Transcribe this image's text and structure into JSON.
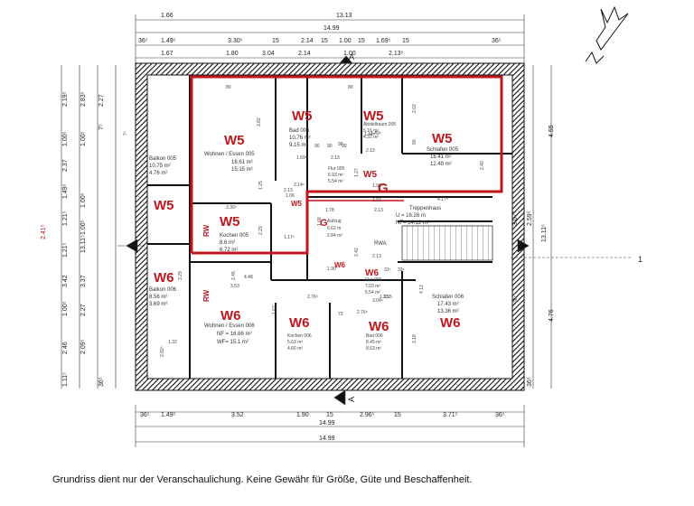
{
  "caption": "Grundriss dient nur der Veranschaulichung. Keine Gewähr für Größe, Güte und Beschaffenheit.",
  "top_dims": {
    "row1": [
      "1.66",
      "13.13"
    ],
    "row2": [
      "14.99"
    ],
    "row3": [
      "36⁵",
      "1.49⁵",
      "3.30⁵",
      "15",
      "2.14",
      "15",
      "1.00",
      "15",
      "1.69⁵",
      "15",
      "36⁵"
    ],
    "row4": [
      "1.67",
      "1.80",
      "3.04",
      "2.14",
      "1.00",
      "2.13⁵"
    ]
  },
  "bottom_dims": {
    "row1": [
      "36⁵",
      "1.49⁵",
      "3.52",
      "1.90",
      "15",
      "2.96⁵",
      "15",
      "3.71⁵",
      "36⁵"
    ],
    "row2": [
      "14.99"
    ],
    "row3": [
      "14.99"
    ]
  },
  "left_dims": [
    "2.19⁵",
    "2.83⁵",
    "2.27",
    "1.00⁵",
    "1.00⁵",
    "2.37",
    "1.49⁵",
    "1.00⁵",
    "1.21⁵",
    "1.00⁵",
    "1.21⁵",
    "3.42",
    "3.37",
    "1.00⁵",
    "2.27",
    "2.46",
    "2.09⁵",
    "1.11⁵",
    "36⁵",
    "7⁵",
    "13.11⁵",
    "2.41⁵"
  ],
  "right_dims": [
    "4.55",
    "3.07⁵",
    "2.59⁵",
    "13.11⁵",
    "4.76",
    "36⁵"
  ],
  "units": {
    "w5_wohnen": "W5",
    "w5_bad": "W5",
    "w5_abstell": "W5",
    "w5_schlafen": "W5",
    "w5_balkon": "W5",
    "w5_kochen": "W5",
    "w5_wc": "W5",
    "w5_flur": "W5",
    "g_treppe": "G",
    "g_aufzug": "G",
    "w6_balkon": "W6",
    "w6_wohnen": "W6",
    "w6_kochen": "W6",
    "w6_bad": "W6",
    "w6_schlafen": "W6",
    "w6_flur": "W6",
    "w6_wc": "W6",
    "rw1": "RW",
    "rw2": "RW"
  },
  "rooms": {
    "wohnen005": [
      "Wohnen / Essen 005",
      "16.61 m²",
      "15.15 m²"
    ],
    "bad005": [
      "Bad 005",
      "10.76 m²",
      "9.15 m²"
    ],
    "abstell005": [
      "Abstellraum 005",
      "5.16 m²",
      "4.32 m²"
    ],
    "schlafen005": [
      "Schlafen 005",
      "16.41 m²",
      "12.49 m²"
    ],
    "balkon005": [
      "Balkon 005",
      "10.75 m²",
      "4.76 m²"
    ],
    "kochen005": [
      "Kochen 005",
      "8.6 m²",
      "6.72 m²"
    ],
    "flur005": [
      "Flur 005",
      "6.93 m²",
      "5.54 m²"
    ],
    "treppenhaus": [
      "Treppenhaus",
      "U = 16.26 m",
      "NF= 14.12 m²"
    ],
    "aufzug": [
      "Aufzug",
      "6.62 m",
      "2.84 m²"
    ],
    "rwa": "RWA",
    "balkon006": [
      "Balkon 006",
      "8.56 m²",
      "3.69 m²"
    ],
    "wohnen006": [
      "Wohnen / Essen 006",
      "NF = 16.66 m²",
      "WF= 15.1 m²"
    ],
    "kochen006": [
      "Kochen 006",
      "5.63 m²",
      "4.66 m²"
    ],
    "bad006": [
      "Bad 006",
      "8.45 m²",
      "8.63 m²"
    ],
    "schlafen006": [
      "Schlafen 006",
      "17.43 m²",
      "13.36 m²"
    ],
    "flur006": [
      "Flur 006",
      "7.03 m²",
      "5.54 m²"
    ]
  },
  "inner_dims": [
    "4.48",
    "3.82",
    "3.30⁵",
    "3.53",
    "2.29",
    "1.25",
    "1.06",
    "2.13",
    "1.17⁵",
    "1.78",
    "1.04",
    "2.13",
    "4.17⁵",
    "1.96⁵",
    "2.14⁵",
    "1.27",
    "1.49⁵",
    "90",
    "2.13",
    "1.68",
    "1.90",
    "2.76⁵",
    "2.13",
    "3.04⁵",
    "1.35",
    "4.12",
    "2.76⁵",
    "3.18",
    "2.02",
    "2.40",
    "90",
    "2.13",
    "80",
    "1.69⁵",
    "1.44⁵",
    "1.62",
    "90",
    "90",
    "90",
    "73",
    "80",
    "2.42",
    "3.29",
    "2.45",
    "1.32",
    "2.82⁵",
    "1.35",
    "31⁵",
    "33⁵",
    "7⁵",
    "36⁵"
  ],
  "section_markers": [
    "A",
    "A"
  ],
  "axis_label": "1"
}
